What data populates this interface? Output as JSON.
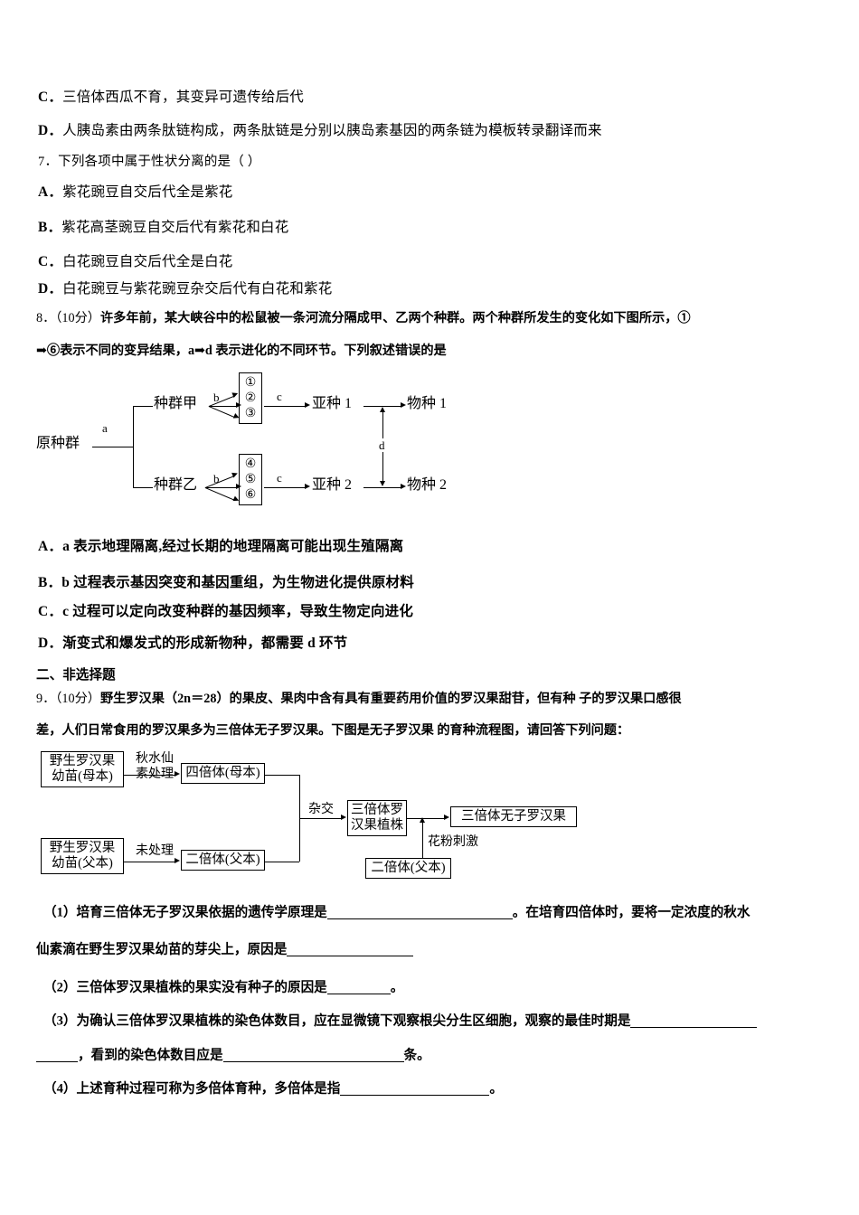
{
  "document": {
    "kind": "exam-paper",
    "subject_hint": "biology"
  },
  "question6_tail": {
    "options": [
      {
        "label": "C．",
        "text": "三倍体西瓜不育，其变异可遗传给后代"
      },
      {
        "label": "D．",
        "text": "人胰岛素由两条肽链构成，两条肽链是分别以胰岛素基因的两条链为模板转录翻译而来"
      }
    ]
  },
  "question7": {
    "number": "7．",
    "stem": "下列各项中属于性状分离的是（  ）",
    "options": [
      {
        "label": "A．",
        "text": "紫花豌豆自交后代全是紫花"
      },
      {
        "label": "B．",
        "text": "紫花高茎豌豆自交后代有紫花和白花"
      },
      {
        "label": "C．",
        "text": "白花豌豆自交后代全是白花"
      },
      {
        "label": "D．",
        "text": "白花豌豆与紫花豌豆杂交后代有白花和紫花"
      }
    ]
  },
  "question8": {
    "number": "8．",
    "score": "（10分）",
    "stem_line1": "许多年前，某大峡谷中的松鼠被一条河流分隔成甲、乙两个种群。两个种群所发生的变化如下图所示，①",
    "stem_line2": "➡⑥表示不同的变异结果，a➡d 表示进化的不同环节。下列叙述错误的是",
    "options": [
      {
        "label": "A．",
        "text": "a 表示地理隔离,经过长期的地理隔离可能出现生殖隔离"
      },
      {
        "label": "B．",
        "text": "b 过程表示基因突变和基因重组，为生物进化提供原材料"
      },
      {
        "label": "C．",
        "text": "c 过程可以定向改变种群的基因频率，导致生物定向进化"
      },
      {
        "label": "D．",
        "text": "渐变式和爆发式的形成新物种，都需要 d 环节"
      }
    ],
    "diagram": {
      "name": "speciation-flow-diagram",
      "origin": "原种群",
      "branch_label": "a",
      "populations": [
        {
          "name": "种群甲",
          "process": "b",
          "variations": [
            "①",
            "②",
            "③"
          ],
          "next_label": "c",
          "subspecies": "亚种 1",
          "species": "物种 1"
        },
        {
          "name": "种群乙",
          "process": "b",
          "variations": [
            "④",
            "⑤",
            "⑥"
          ],
          "next_label": "c",
          "subspecies": "亚种 2",
          "species": "物种 2"
        }
      ],
      "isolation_label": "d"
    }
  },
  "section2": {
    "heading": "二、非选择题"
  },
  "question9": {
    "number": "9．",
    "score": "（10分）",
    "stem_line1": "野生罗汉果（2n＝28）的果皮、果肉中含有具有重要药用价值的罗汉果甜苷，但有种 子的罗汉果口感很",
    "stem_line2": "差，人们日常食用的罗汉果多为三倍体无子罗汉果。下图是无子罗汉果 的育种流程图，请回答下列问题：",
    "diagram": {
      "name": "luohanguo-breeding-flowchart",
      "boxes": [
        {
          "id": "wild-mother",
          "lines": [
            "野生罗汉果",
            "幼苗(母本)"
          ]
        },
        {
          "id": "tetraploid-mother",
          "lines": [
            "四倍体(母本)"
          ]
        },
        {
          "id": "wild-father",
          "lines": [
            "野生罗汉果",
            "幼苗(父本)"
          ]
        },
        {
          "id": "diploid-father",
          "lines": [
            "二倍体(父本)"
          ]
        },
        {
          "id": "triploid-plant",
          "lines": [
            "三倍体罗",
            "汉果植株"
          ]
        },
        {
          "id": "seedless-fruit",
          "lines": [
            "三倍体无子罗汉果"
          ]
        },
        {
          "id": "diploid-father-2",
          "lines": [
            "二倍体(父本)"
          ]
        }
      ],
      "edge_labels": [
        {
          "id": "colchicine",
          "lines": [
            "秋水仙",
            "素处理"
          ]
        },
        {
          "id": "untreated",
          "lines": [
            "未处理"
          ]
        },
        {
          "id": "cross",
          "lines": [
            "杂交"
          ]
        },
        {
          "id": "pollen-stimulation",
          "lines": [
            "花粉刺激"
          ]
        }
      ]
    },
    "sub_questions": [
      {
        "id": "q9-1",
        "line1_a": "（1）培育三倍体无子罗汉果依据的遗传学原理是",
        "line1_blank_width": 205,
        "line1_b": "。在培育四倍体时，要将一定浓度的秋水",
        "line2_a": "仙素滴在野生罗汉果幼苗的芽尖上，原因是",
        "line2_blank_width": 140,
        "line2_b": ""
      },
      {
        "id": "q9-2",
        "line1_a": "（2）三倍体罗汉果植株的果实没有种子的原因是",
        "line1_blank_width": 70,
        "line1_b": "。"
      },
      {
        "id": "q9-3",
        "line1_a": "（3）为确认三倍体罗汉果植株的染色体数目，应在显微镜下观察根尖分生区细胞，观察的最佳时期是",
        "line1_blank_width": 140,
        "line2_a": "",
        "line2_blank1_width": 46,
        "line2_b": "，看到的染色体数目应是",
        "line2_blank2_width": 200,
        "line2_c": "条。"
      },
      {
        "id": "q9-4",
        "line1_a": "（4）上述育种过程可称为多倍体育种，多倍体是指",
        "line1_blank_width": 165,
        "line1_b": "。"
      }
    ]
  }
}
